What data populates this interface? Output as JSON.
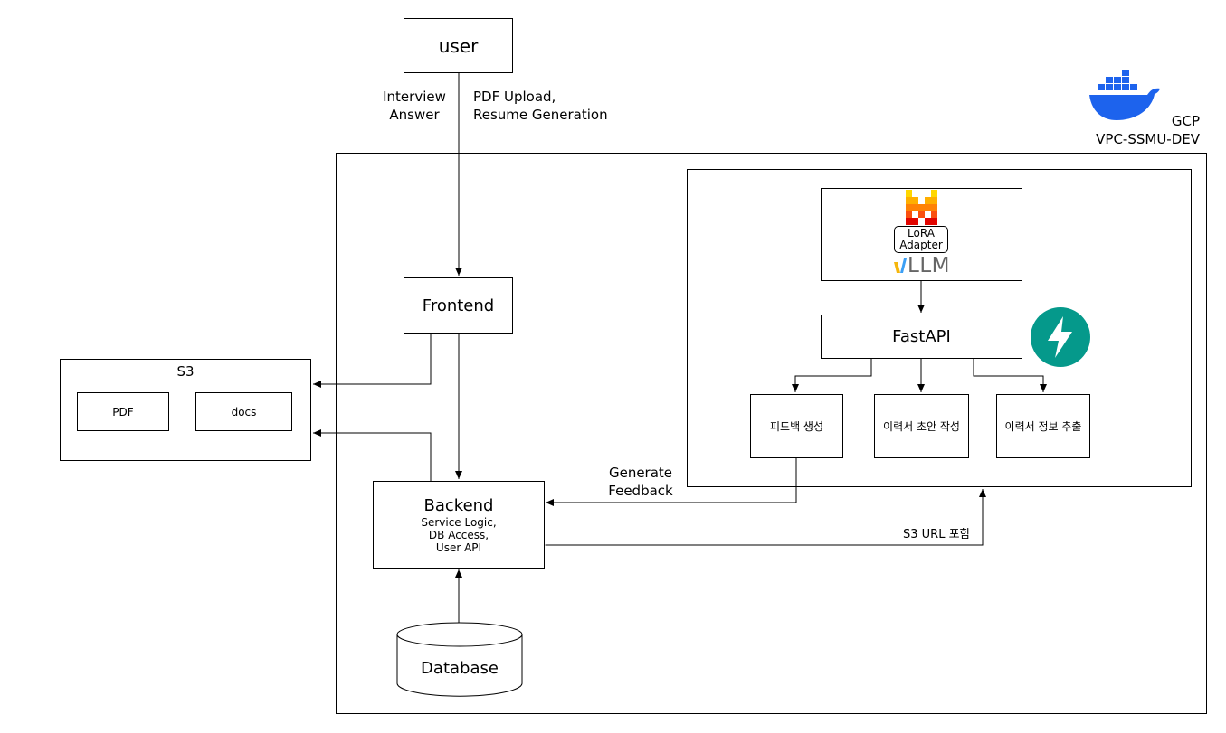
{
  "colors": {
    "stroke": "#000000",
    "docker_blue": "#1d63ed",
    "fastapi_teal": "#05998b",
    "vllm_blue": "#3b9ff5",
    "vllm_yellow": "#f5b60c",
    "mistral_colors": [
      "#ffd700",
      "#ffaf00",
      "#ff8205",
      "#fa500f",
      "#e10500"
    ]
  },
  "icons": {
    "docker": "docker-whale-icon",
    "fastapi": "fastapi-lightning-icon",
    "mistral": "mistral-logo-icon",
    "vllm": "vllm-logo-icon"
  },
  "nodes": {
    "user": "user",
    "frontend": "Frontend",
    "s3": {
      "title": "S3",
      "pdf": "PDF",
      "docs": "docs"
    },
    "backend": {
      "title": "Backend",
      "lines": [
        "Service Logic,",
        "DB Access,",
        "User API"
      ]
    },
    "database": "Database",
    "gcp": {
      "line1": "GCP",
      "line2": "VPC-SSMU-DEV"
    },
    "lora": [
      "LoRA",
      "Adapter"
    ],
    "vllm_text": "LLM",
    "fastapi": "FastAPI",
    "feedback": "피드백 생성",
    "resume_draft": "이력서 초안 작성",
    "resume_extract": "이력서 정보 추출"
  },
  "edges": {
    "interview": [
      "Interview",
      "Answer"
    ],
    "pdf_upload": [
      "PDF Upload,",
      "Resume Generation"
    ],
    "generate_feedback": [
      "Generate",
      "Feedback"
    ],
    "s3_url": "S3 URL 포함"
  }
}
